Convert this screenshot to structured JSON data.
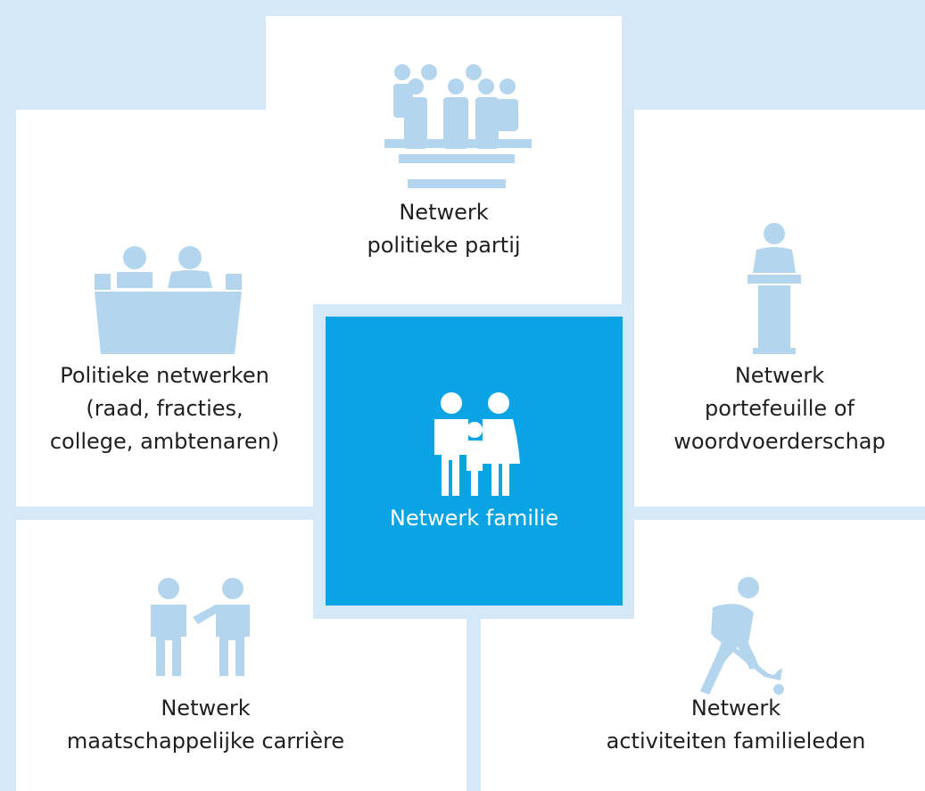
{
  "nodes": {
    "center": {
      "line1": "Netwerk familie"
    },
    "top": {
      "line1": "Netwerk",
      "line2": "politieke partij"
    },
    "left": {
      "line1": "Politieke netwerken",
      "line2": "(raad, fracties,",
      "line3": "college, ambtenaren)"
    },
    "right": {
      "line1": "Netwerk",
      "line2": "portefeuille of",
      "line3": "woordvoerderschap"
    },
    "bottom_left": {
      "line1": "Netwerk",
      "line2": "maatschappelijke carrière"
    },
    "bottom_right": {
      "line1": "Netwerk",
      "line2": "activiteiten familieleden"
    }
  },
  "icons": {
    "top": "group-on-podium-icon",
    "left": "panel-table-icon",
    "right": "speaker-lectern-icon",
    "center": "family-icon",
    "bottom_left": "two-people-talking-icon",
    "bottom_right": "hockey-player-icon"
  },
  "colors": {
    "background": "#d4e8f7",
    "panel": "#ffffff",
    "center": "#0aa3e3",
    "icon": "#b3d5ee",
    "center_text": "#ffffff",
    "text": "#1f1f1f"
  }
}
